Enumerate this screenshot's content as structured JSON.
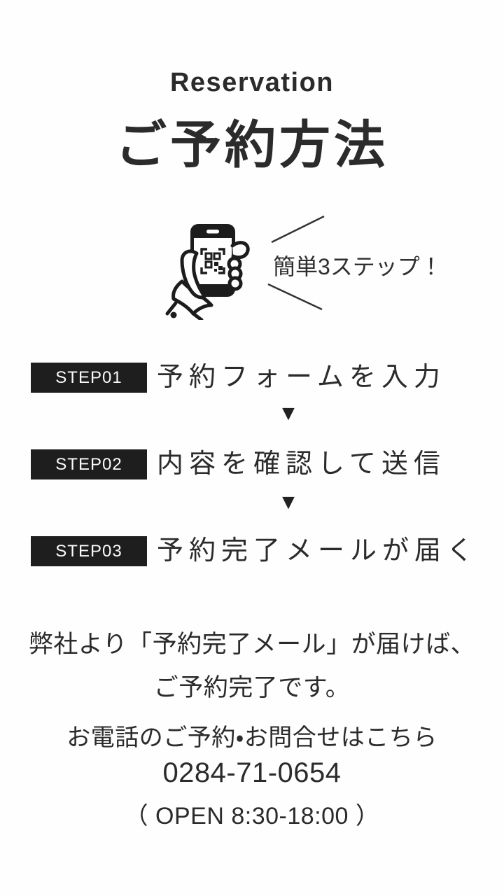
{
  "header": {
    "eyebrow": "Reservation",
    "title": "ご予約方法"
  },
  "hero": {
    "balloon_text": "簡単3ステップ！",
    "phone_icon": "hand-holding-smartphone-with-qr-code"
  },
  "steps": [
    {
      "badge": "STEP01",
      "label": "予約フォームを入力"
    },
    {
      "badge": "STEP02",
      "label": "内容を確認して送信"
    },
    {
      "badge": "STEP03",
      "label": "予約完了メールが届く"
    }
  ],
  "icons": {
    "arrow_down": "▼"
  },
  "note": {
    "line1": "弊社より「予約完了メール」が届けば、",
    "line2": "ご予約完了です。"
  },
  "contact": {
    "lead": "お電話のご予約・お問合せはこちら",
    "phone": "0284-71-0654",
    "hours": "（ OPEN  8:30-18:00 ）"
  },
  "colors": {
    "background": "#fefefe",
    "ink": "#2b2b2b",
    "badge_bg": "#1e1e1e",
    "badge_text": "#fafafa"
  }
}
